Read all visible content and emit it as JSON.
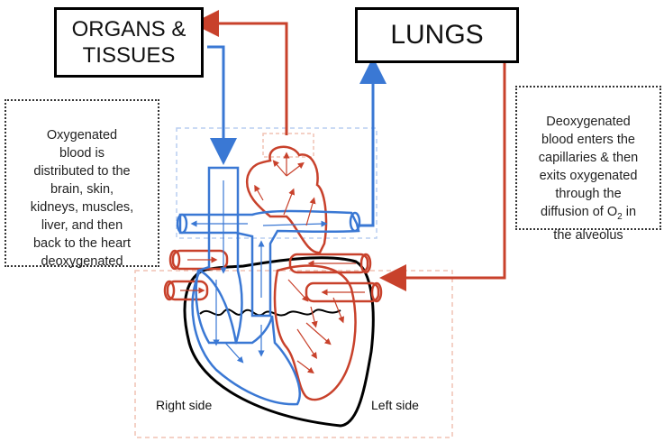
{
  "boxes": {
    "organs": "ORGANS &\nTISSUES",
    "lungs": "LUNGS"
  },
  "notes": {
    "left": "Oxygenated\nblood is\ndistributed to the\nbrain, skin,\nkidneys, muscles,\nliver, and then\nback to the heart\ndeoxygenated",
    "right_pre": "Deoxygenated\nblood enters the\ncapillaries & then\nexits oxygenated\nthrough the\ndiffusion of O",
    "right_sub": "2",
    "right_post": " in\nthe alveolus"
  },
  "labels": {
    "right_side": "Right side",
    "left_side": "Left side"
  },
  "colors": {
    "oxygenated": "#c8412b",
    "deoxygenated": "#3a78d4",
    "outline": "#000000"
  }
}
